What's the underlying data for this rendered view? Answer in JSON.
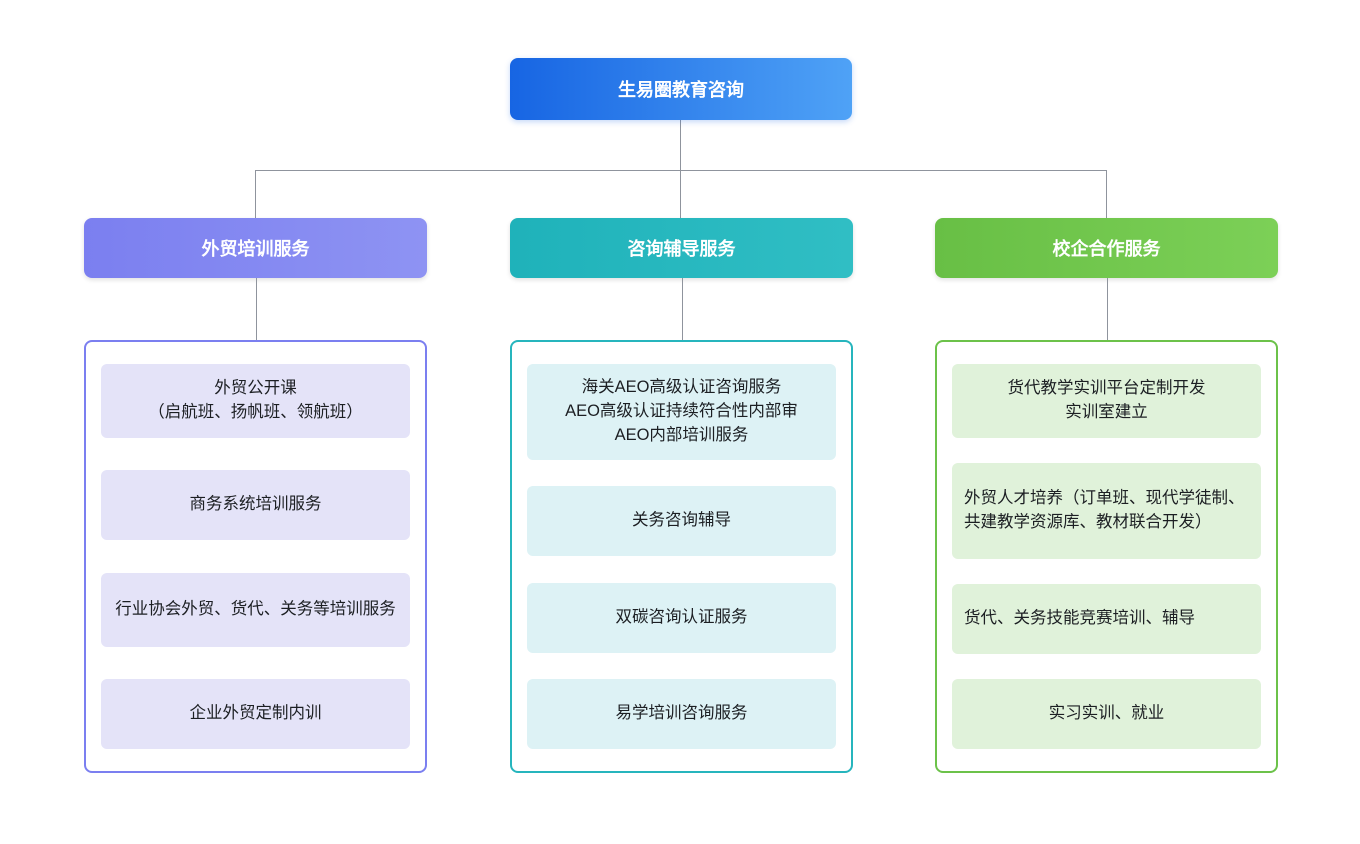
{
  "root": {
    "label": "生易圈教育咨询"
  },
  "colors": {
    "root_from": "#1765e3",
    "root_to": "#4fa2f6",
    "line": "#8f949d"
  },
  "branches": [
    {
      "label": "外贸培训服务",
      "theme": {
        "header_from": "#7b7ff0",
        "header_to": "#8e93f3",
        "border": "#7b7ff0",
        "item_bg": "#e4e3f8"
      },
      "items": [
        "外贸公开课\n（启航班、扬帆班、领航班）",
        "商务系统培训服务",
        "行业协会外贸、货代、关务等培训服务",
        "企业外贸定制内训"
      ]
    },
    {
      "label": "咨询辅导服务",
      "theme": {
        "header_from": "#1fb2ba",
        "header_to": "#30bec4",
        "border": "#26b5bd",
        "item_bg": "#ddf2f5"
      },
      "items": [
        "海关AEO高级认证咨询服务\nAEO高级认证持续符合性内部审\nAEO内部培训服务",
        "关务咨询辅导",
        "双碳咨询认证服务",
        "易学培训咨询服务"
      ]
    },
    {
      "label": "校企合作服务",
      "theme": {
        "header_from": "#68bf45",
        "header_to": "#7cd057",
        "border": "#6cc24a",
        "item_bg": "#e0f2da"
      },
      "items": [
        "货代教学实训平台定制开发\n实训室建立",
        "外贸人才培养（订单班、现代学徒制、共建教学资源库、教材联合开发）",
        "货代、关务技能竞赛培训、辅导",
        "实习实训、就业"
      ]
    }
  ]
}
